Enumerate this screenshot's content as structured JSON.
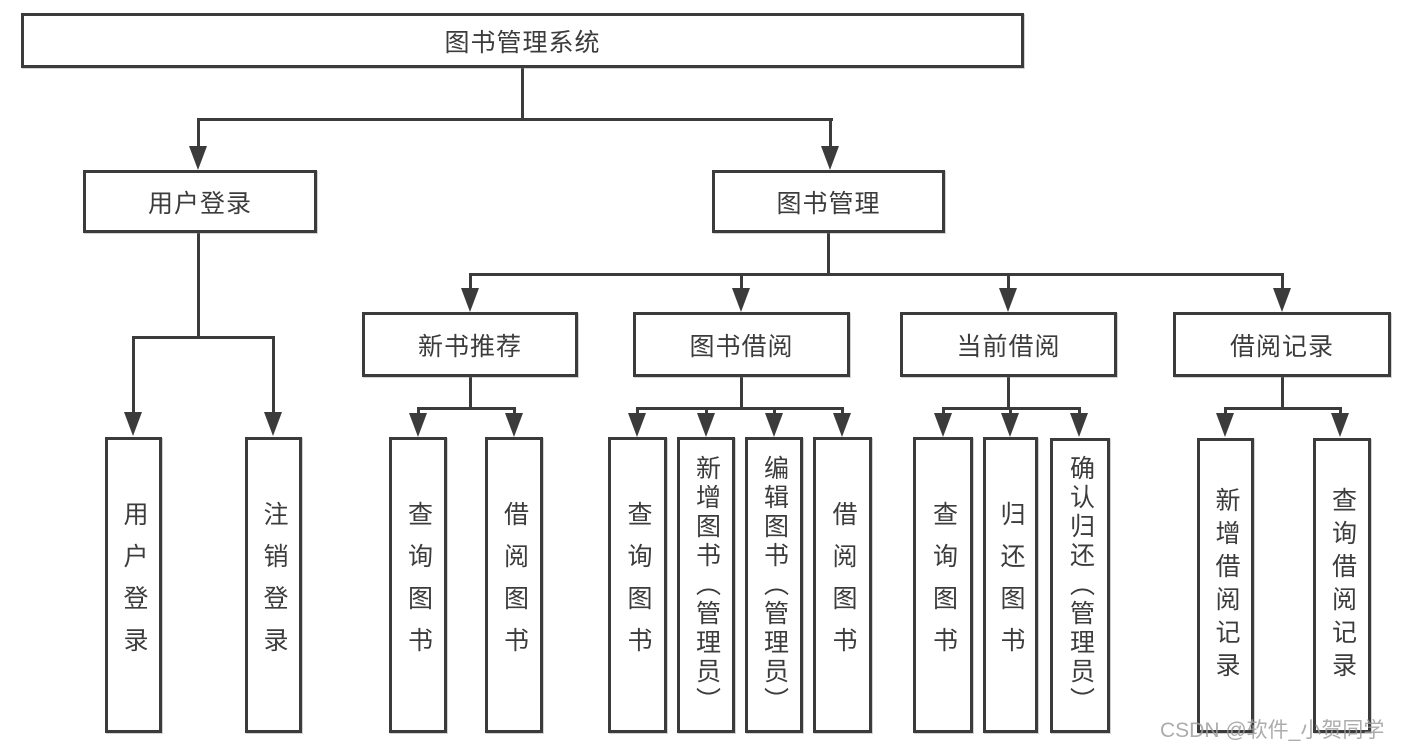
{
  "diagram": {
    "root": {
      "label": "图书管理系统"
    },
    "level2": [
      {
        "label": "用户登录"
      },
      {
        "label": "图书管理"
      }
    ],
    "level3": [
      {
        "label": "新书推荐"
      },
      {
        "label": "图书借阅"
      },
      {
        "label": "当前借阅"
      },
      {
        "label": "借阅记录"
      }
    ],
    "leaves": {
      "user_login_group": [
        {
          "label": "用户登录"
        },
        {
          "label": "注销登录"
        }
      ],
      "new_book_group": [
        {
          "label": "查询图书"
        },
        {
          "label": "借阅图书"
        }
      ],
      "borrow_group": [
        {
          "label": "查询图书"
        },
        {
          "label": "新增图书（管理员）"
        },
        {
          "label": "编辑图书（管理员）"
        },
        {
          "label": "借阅图书"
        }
      ],
      "current_group": [
        {
          "label": "查询图书"
        },
        {
          "label": "归还图书"
        },
        {
          "label": "确认归还（管理员）"
        }
      ],
      "record_group": [
        {
          "label": "新增借阅记录"
        },
        {
          "label": "查询借阅记录"
        }
      ]
    }
  },
  "watermark": {
    "text": "CSDN @软件_小贺同学"
  },
  "colors": {
    "line": "#3b3b3b",
    "text": "#3c3c3c",
    "box_background": "#ffffff",
    "page_background": "#ffffff",
    "watermark": "#9e9e9e"
  }
}
